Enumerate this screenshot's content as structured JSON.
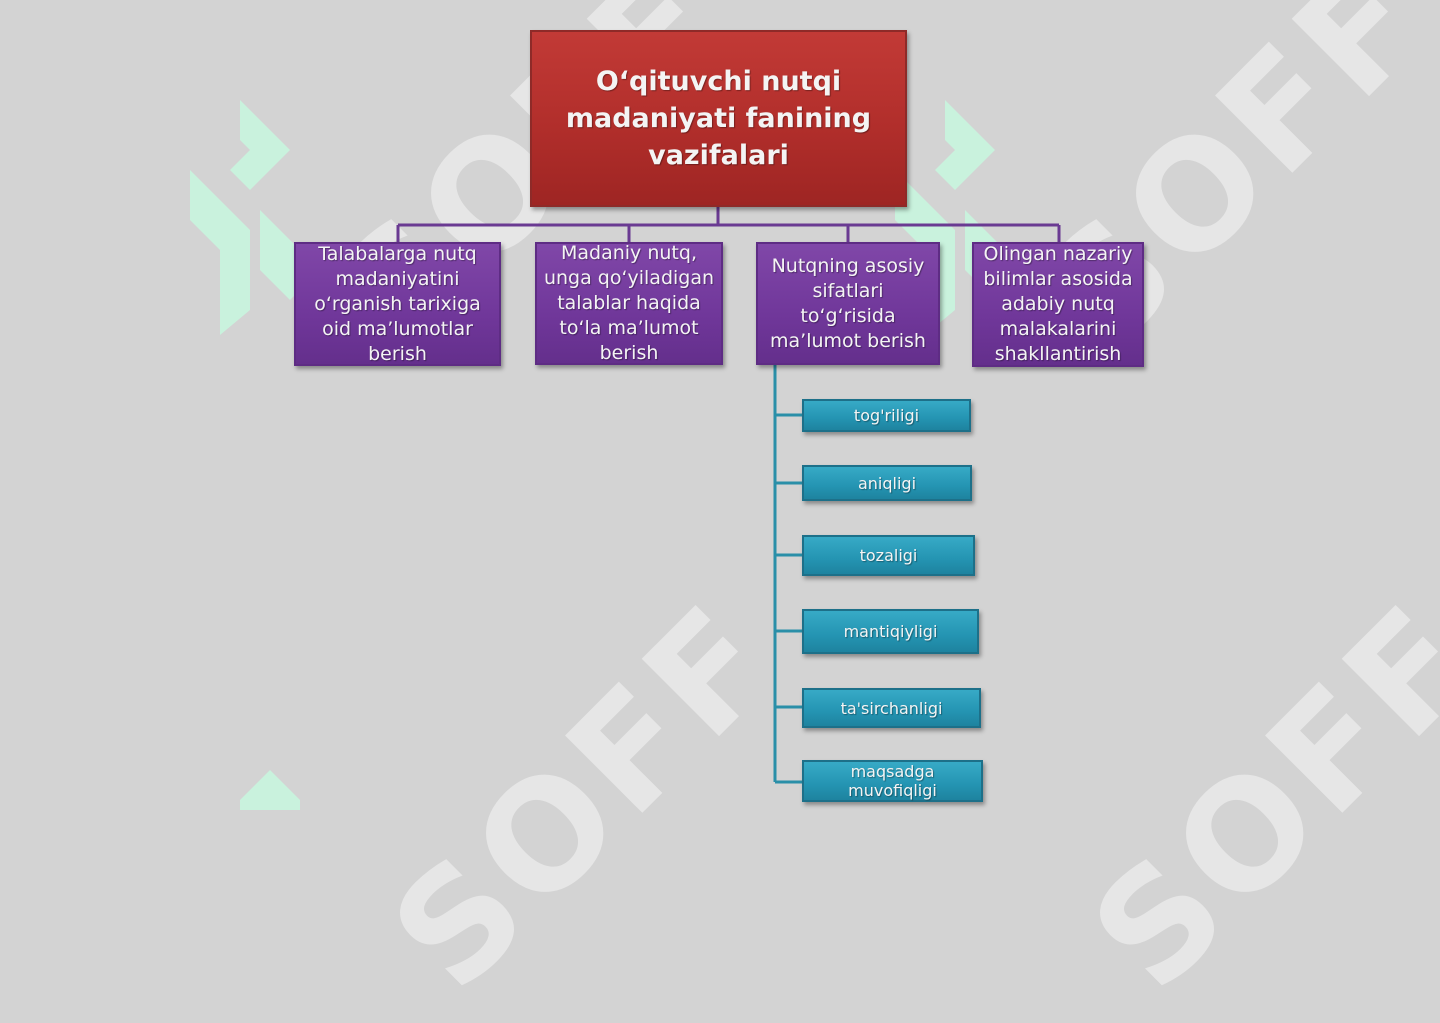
{
  "root": {
    "title": "O‘qituvchi nutqi madaniyati fanining vazifalari"
  },
  "tasks": [
    {
      "label": "Talabalarga nutq madaniyatini o‘rganish tarixiga oid ma’lumotlar berish"
    },
    {
      "label": "Madaniy nutq, unga qo‘yiladigan talablar haqida to‘la ma’lumot berish"
    },
    {
      "label": "Nutqning asosiy sifatlari to‘g‘risida ma’lumot berish"
    },
    {
      "label": "Olingan nazariy bilimlar asosida adabiy nutq malakalarini shakllantirish"
    }
  ],
  "qualities": [
    {
      "label": "tog'riligi"
    },
    {
      "label": "aniqligi"
    },
    {
      "label": "tozaligi"
    },
    {
      "label": "mantiqiyligi"
    },
    {
      "label": "ta'sirchanligi"
    },
    {
      "label": "maqsadga muvofiqligi"
    }
  ],
  "watermark": {
    "text": "SOFF"
  },
  "colors": {
    "background": "#d3d3d3",
    "root_fill": "#b12e2b",
    "task_fill": "#70379a",
    "quality_fill": "#2494b2",
    "connector_purple": "#6a3a92",
    "connector_teal": "#2a8fa8",
    "watermark_logo": "#c9f2dd"
  }
}
